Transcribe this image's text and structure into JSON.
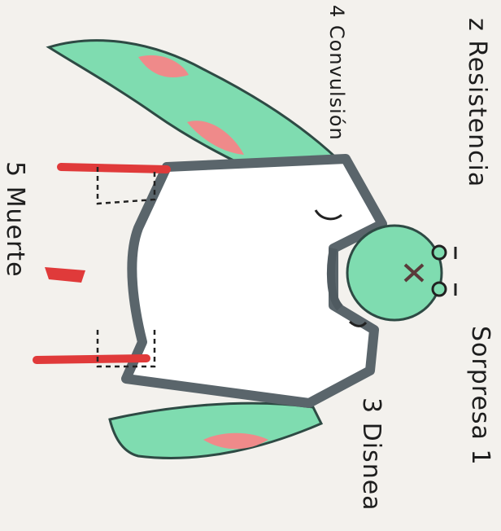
{
  "labels": {
    "resistencia": "z Resistencia",
    "convulsion": "4 Convulsión",
    "sorpresa": "Sorpresa 1",
    "disnea": "3 Disnea",
    "muerte": "5 Muerte"
  },
  "colors": {
    "skin": "#7fdcb0",
    "wound": "#ef8a8a",
    "outline": "#4f5a60",
    "blood": "#e03a3a",
    "paper": "#f3f1ed"
  }
}
